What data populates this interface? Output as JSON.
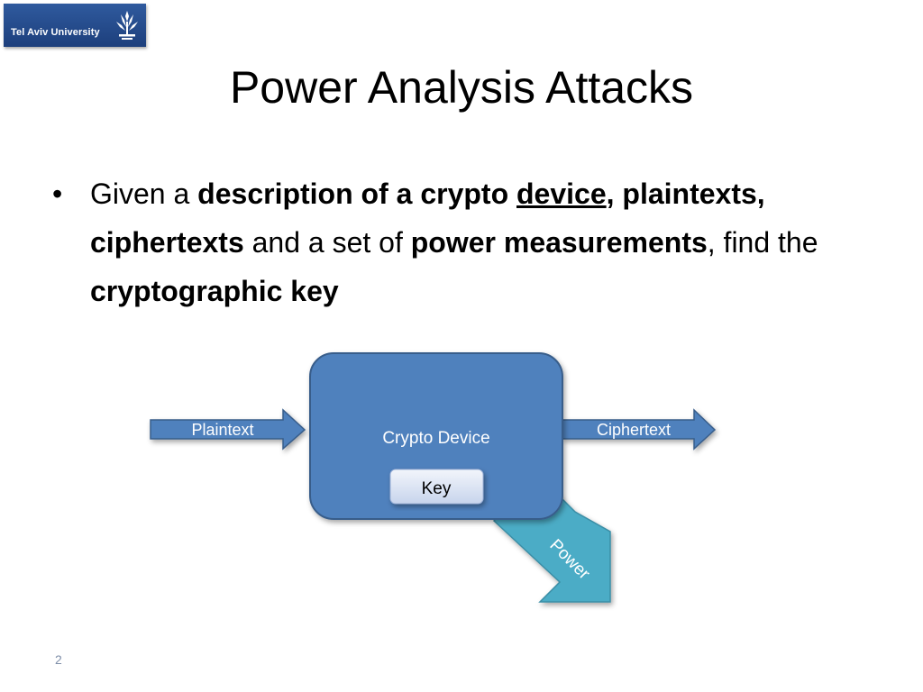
{
  "logo": {
    "text": "Tel Aviv University"
  },
  "slide": {
    "title": "Power Analysis Attacks",
    "bullet": {
      "t1": "Given a ",
      "b1": "description of a crypto ",
      "b2": "device",
      "b3": ",",
      "b4": "plaintexts, ciphertexts",
      "t2": " and a set of ",
      "b5": "power measurements",
      "t3": ", find the ",
      "b6": "cryptographic key"
    },
    "page_number": "2"
  },
  "diagram": {
    "plaintext_label": "Plaintext",
    "device_label": "Crypto Device",
    "key_label": "Key",
    "ciphertext_label": "Ciphertext",
    "power_label": "Power",
    "colors": {
      "device_fill": "#4f81bd",
      "device_stroke": "#385d8a",
      "arrow_fill": "#4f81bd",
      "power_fill": "#4bacc6",
      "key_fill": "#d9e2f3"
    }
  }
}
